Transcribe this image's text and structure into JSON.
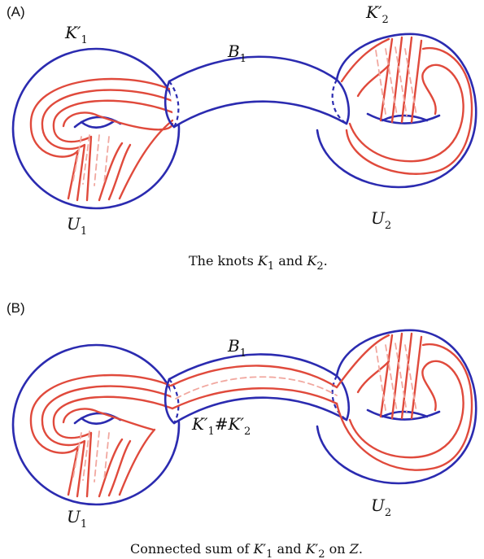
{
  "colors": {
    "outline": "#2b2bb0",
    "knot": "#e04a3c",
    "knot_back": "#f1a8a0"
  },
  "panel_a": {
    "letter": "(A)",
    "knot1": {
      "base": "K",
      "prime": "′",
      "sub": "1"
    },
    "knot2": {
      "base": "K",
      "prime": "′",
      "sub": "2"
    },
    "band": {
      "base": "B",
      "sub": "1"
    },
    "u1": {
      "base": "U",
      "sub": "1"
    },
    "u2": {
      "base": "U",
      "sub": "2"
    },
    "caption": {
      "lead": "The knots ",
      "k1": "K",
      "k1_sub": "1",
      "mid": " and ",
      "k2": "K",
      "k2_sub": "2",
      "end": "."
    }
  },
  "panel_b": {
    "letter": "(B)",
    "band": {
      "base": "B",
      "sub": "1"
    },
    "sum_label": {
      "a": "K",
      "a_sub": "1",
      "hash": "#",
      "b": "K",
      "b_sub": "2"
    },
    "u1": {
      "base": "U",
      "sub": "1"
    },
    "u2": {
      "base": "U",
      "sub": "2"
    },
    "caption": {
      "lead": "Connected sum of ",
      "k1": "K",
      "k1_sub": "1",
      "mid": " and ",
      "k2": "K",
      "k2_sub": "2",
      "on": " on ",
      "z": "Z",
      "end": "."
    }
  }
}
